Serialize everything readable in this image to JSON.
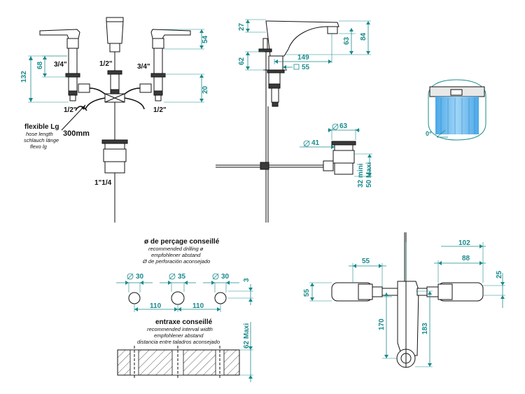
{
  "front_view": {
    "dim_height_total": "132",
    "dim_height_handle": "68",
    "dim_top": "54",
    "dim_bottom": "20",
    "thread_left_upper": "3/4\"",
    "thread_left_lower": "1/2\"",
    "thread_center": "1/2\"",
    "thread_right_upper": "3/4\"",
    "thread_right_lower": "1/2\"",
    "thread_waste": "1\"1/4",
    "hose_title": "flexible Lg",
    "hose_line1": "hose length",
    "hose_line2": "schlauch länge",
    "hose_line3": "flexo lg",
    "hose_value": "300mm"
  },
  "side_view": {
    "dim_27": "27",
    "dim_84": "84",
    "dim_63": "63",
    "dim_149": "149",
    "dim_62": "62",
    "dim_55": "55",
    "waste_dia_top": "63",
    "waste_dia": "41",
    "dim_min": "32 mini",
    "dim_max": "50 Maxi"
  },
  "angle_detail": {
    "angle": "0°"
  },
  "drilling": {
    "title": "ø de perçage conseillé",
    "line1": "recommended drilling ø",
    "line2": "empfohlener abstand",
    "line3": "Ø de perforación aconsejado",
    "dia_left": "30",
    "dia_center": "35",
    "dia_right": "30",
    "dim_3": "3",
    "spacing_left": "110",
    "spacing_right": "110",
    "interval_title": "entraxe conseillé",
    "interval_line1": "recommended interval width",
    "interval_line2": "empfohlener abstand",
    "interval_line3": "distancia entre taladros aconsejado",
    "dim_62_max": "62 Maxi"
  },
  "top_view": {
    "dim_102": "102",
    "dim_88": "88",
    "dim_55_width": "55",
    "dim_25": "25",
    "dim_55_height": "55",
    "dim_170": "170",
    "dim_183": "183"
  }
}
